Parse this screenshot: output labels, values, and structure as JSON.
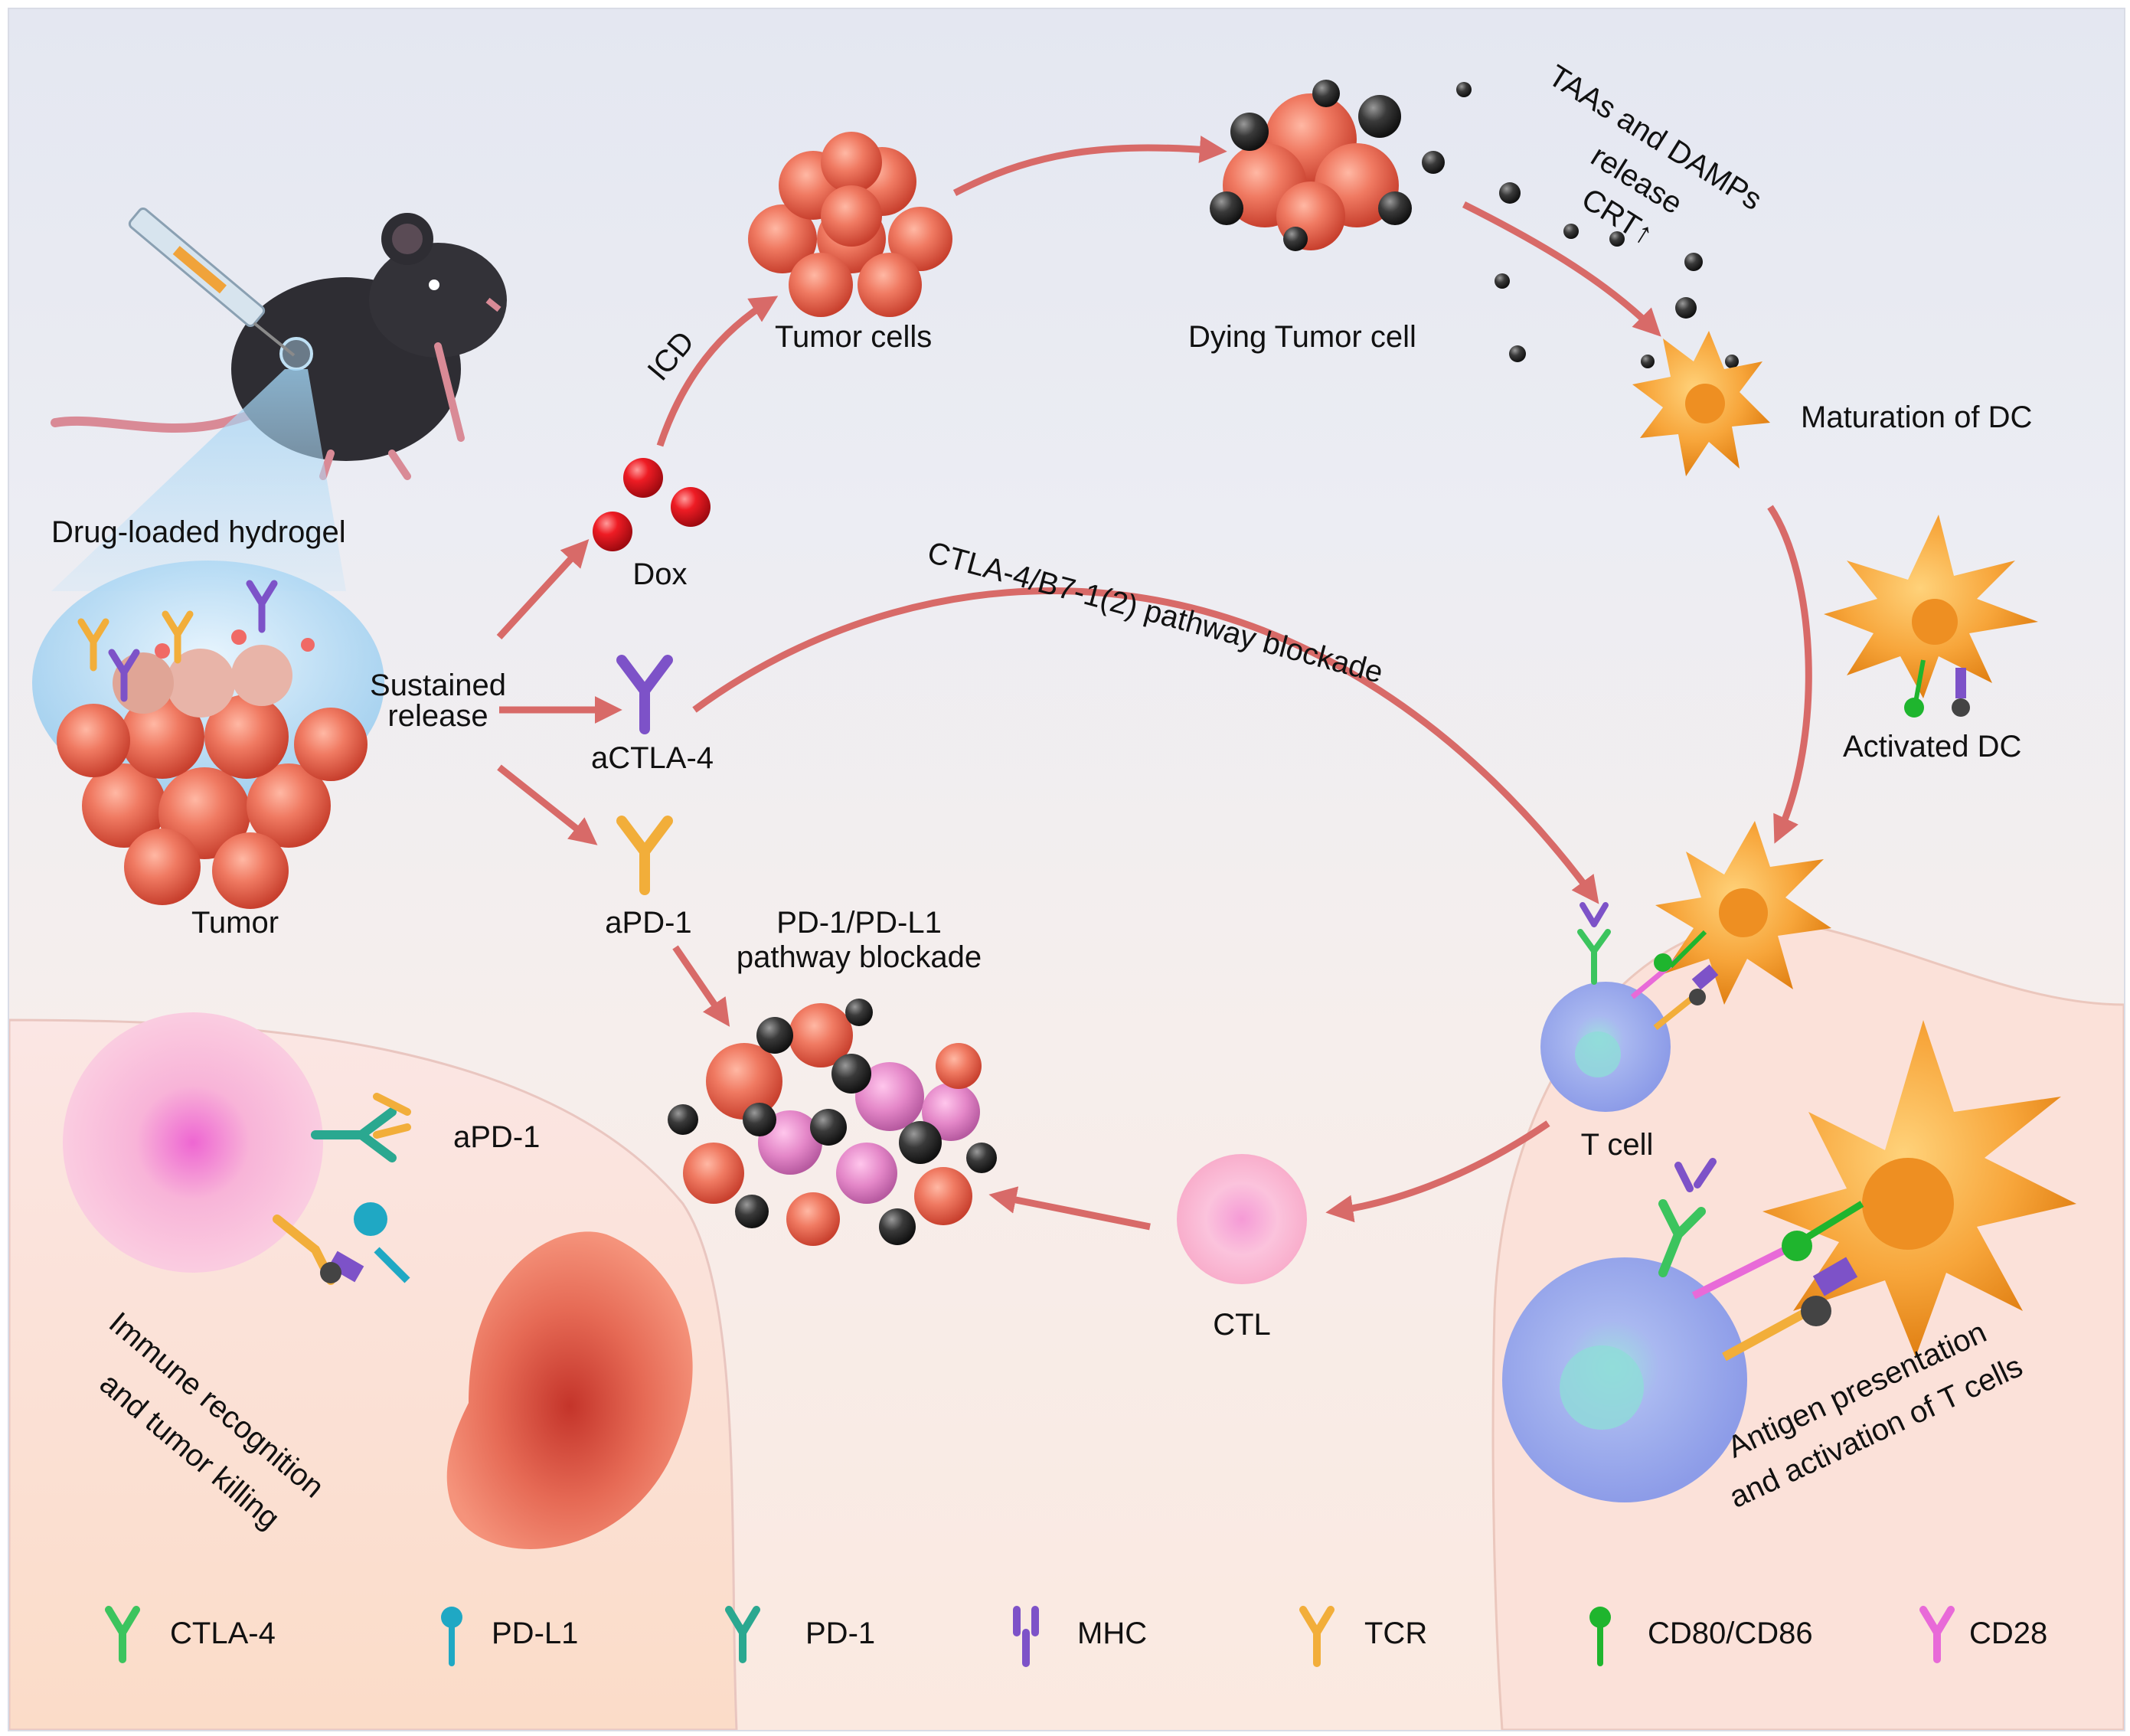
{
  "labels": {
    "drug_loaded_hydrogel": "Drug-loaded hydrogel",
    "tumor": "Tumor",
    "sustained_release_1": "Sustained",
    "sustained_release_2": "release",
    "dox": "Dox",
    "icd": "ICD",
    "tumor_cells": "Tumor cells",
    "dying_tumor_cell": "Dying Tumor cell",
    "taas_line1": "TAAs and DAMPs",
    "taas_line2": "release",
    "taas_line3": "CRT↑",
    "maturation_of_dc": "Maturation of DC",
    "activated_dc": "Activated DC",
    "actla4": "aCTLA-4",
    "ctla4_blockade": "CTLA-4/B7-1(2) pathway blockade",
    "apd1": "aPD-1",
    "pd1_blockade_1": "PD-1/PD-L1",
    "pd1_blockade_2": "pathway blockade",
    "t_cell": "T cell",
    "ctl": "CTL",
    "apd1_left": "aPD-1",
    "immune_1": "Immune recognition",
    "immune_2": "and tumor killing",
    "antigen_1": "Antigen presentation",
    "antigen_2": "and activation of T cells"
  },
  "legend": [
    {
      "label": "CTLA-4",
      "icon": "y-receptor-icon",
      "color": "#3cc45e"
    },
    {
      "label": "PD-L1",
      "icon": "lollipop-icon",
      "color": "#1fa8c4"
    },
    {
      "label": "PD-1",
      "icon": "y-receptor-icon",
      "color": "#2aa890"
    },
    {
      "label": "MHC",
      "icon": "mhc-icon",
      "color": "#7d52c8"
    },
    {
      "label": "TCR",
      "icon": "y-receptor-icon",
      "color": "#f2ae3a"
    },
    {
      "label": "CD80/CD86",
      "icon": "lollipop-icon",
      "color": "#1fb52e"
    },
    {
      "label": "CD28",
      "icon": "y-receptor-icon",
      "color": "#e86ad8"
    }
  ]
}
